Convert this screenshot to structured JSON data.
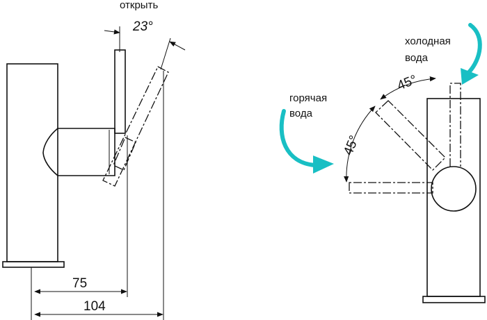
{
  "labels": {
    "open": "открыть",
    "cold_line1": "холодная",
    "cold_line2": "вода",
    "hot_line1": "горячая",
    "hot_line2": "вода"
  },
  "dimensions": {
    "open_angle": "23°",
    "cold_angle": "45°",
    "hot_angle": "45°",
    "length_75": "75",
    "length_104": "104"
  },
  "colors": {
    "line": "#111111",
    "arrow": "#19bfc4",
    "background": "#ffffff"
  }
}
